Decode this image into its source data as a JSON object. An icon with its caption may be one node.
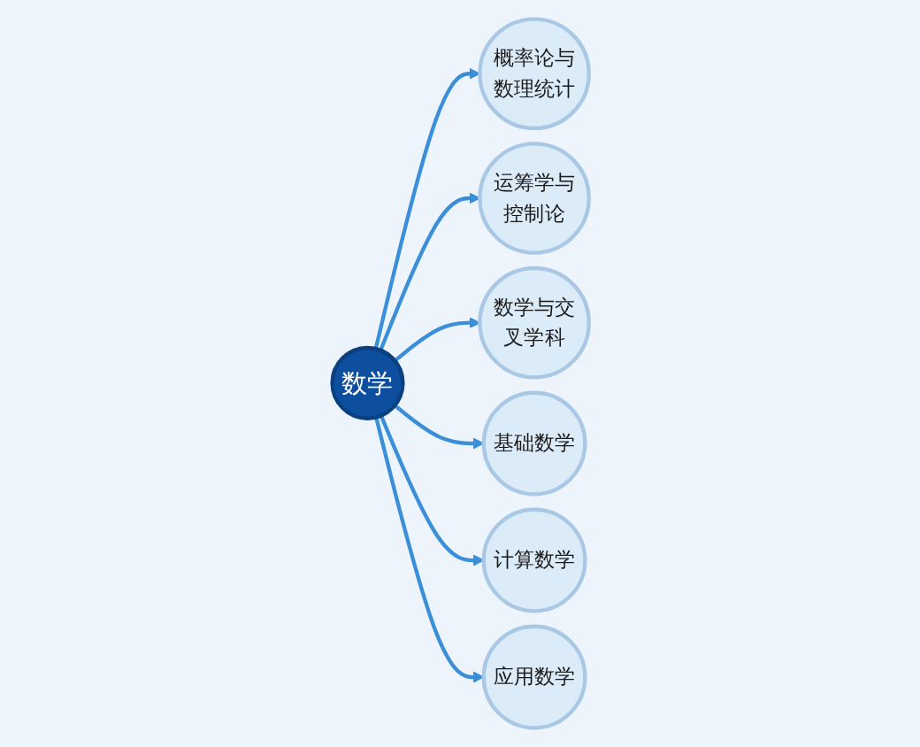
{
  "diagram": {
    "nodes": [
      {
        "text": [
          "概率论与数理统计"
        ]
      },
      {
        "text": [
          "运筹学与控制论"
        ]
      },
      {
        "text": [
          "数学与交叉学科"
        ]
      },
      {
        "text": [
          "数学"
        ]
      },
      {
        "text": [
          "基础数学"
        ]
      },
      {
        "text": [
          "计算数学"
        ]
      },
      {
        "text": [
          "应用数学"
        ]
      }
    ],
    "edges": [
      {
        "from": 3,
        "to": 0,
        "arrow": "to"
      },
      {
        "from": 3,
        "to": 1,
        "arrow": "to"
      },
      {
        "from": 3,
        "to": 2,
        "arrow": "to"
      },
      {
        "from": 3,
        "to": 4,
        "arrow": "to"
      },
      {
        "from": 3,
        "to": 5,
        "arrow": "to"
      },
      {
        "from": 3,
        "to": 6,
        "arrow": "to"
      }
    ]
  }
}
